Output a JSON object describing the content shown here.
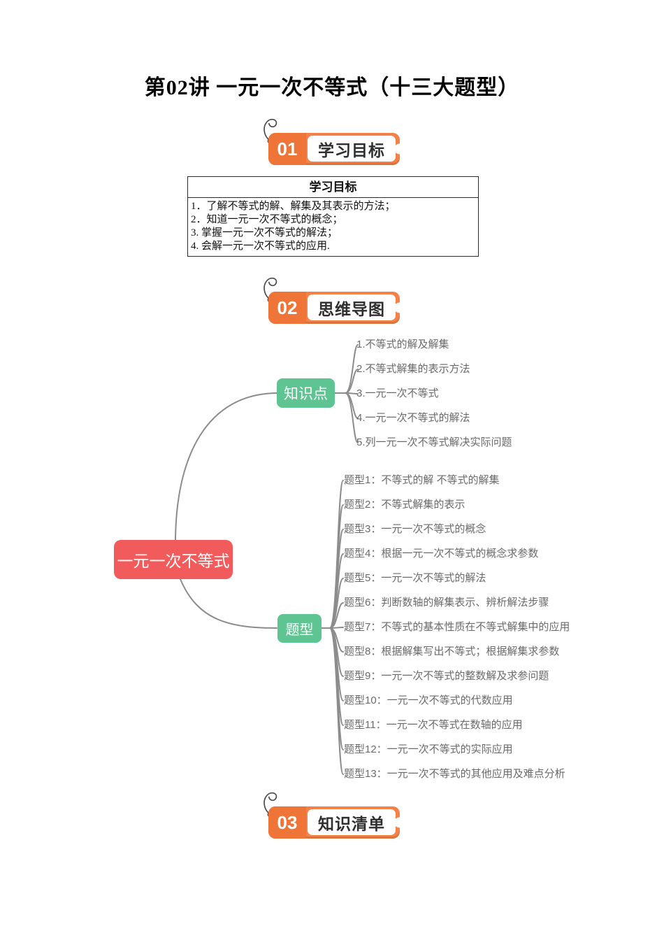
{
  "page": {
    "title": "第02讲 一元一次不等式（十三大题型）"
  },
  "sections": [
    {
      "number": "01",
      "label": "学习目标"
    },
    {
      "number": "02",
      "label": "思维导图"
    },
    {
      "number": "03",
      "label": "知识清单"
    }
  ],
  "goals_table": {
    "header": "学习目标",
    "items": [
      "1．了解不等式的解、解集及其表示的方法；",
      "2．知道一元一次不等式的概念；",
      "3. 掌握一元一次不等式的解法；",
      "4. 会解一元一次不等式的应用."
    ]
  },
  "mindmap": {
    "root": "一元一次不等式",
    "branches": [
      {
        "label": "知识点",
        "children": [
          "1.不等式的解及解集",
          "2.不等式解集的表示方法",
          "3.一元一次不等式",
          "4.一元一次不等式的解法",
          "5.列一元一次不等式解决实际问题"
        ]
      },
      {
        "label": "题型",
        "children": [
          "题型1：不等式的解 不等式的解集",
          "题型2：不等式解集的表示",
          "题型3：一元一次不等式的概念",
          "题型4：根据一元一次不等式的概念求参数",
          "题型5：一元一次不等式的解法",
          "题型6：判断数轴的解集表示、辨析解法步骤",
          "题型7：不等式的基本性质在不等式解集中的应用",
          "题型8：根据解集写出不等式；根据解集求参数",
          "题型9：一元一次不等式的整数解及求参问题",
          "题型10：一元一次不等式的代数应用",
          "题型11：一元一次不等式在数轴的应用",
          "题型12：一元一次不等式的实际应用",
          "题型13：一元一次不等式的其他应用及难点分析"
        ]
      }
    ]
  },
  "colors": {
    "badge_orange": "#F48147",
    "badge_orange_dark": "#EE7438",
    "root_red": "#F25B5B",
    "node_green": "#5EC492",
    "connector_gray": "#8C8C8C",
    "leaf_text": "#6A6A6A"
  }
}
